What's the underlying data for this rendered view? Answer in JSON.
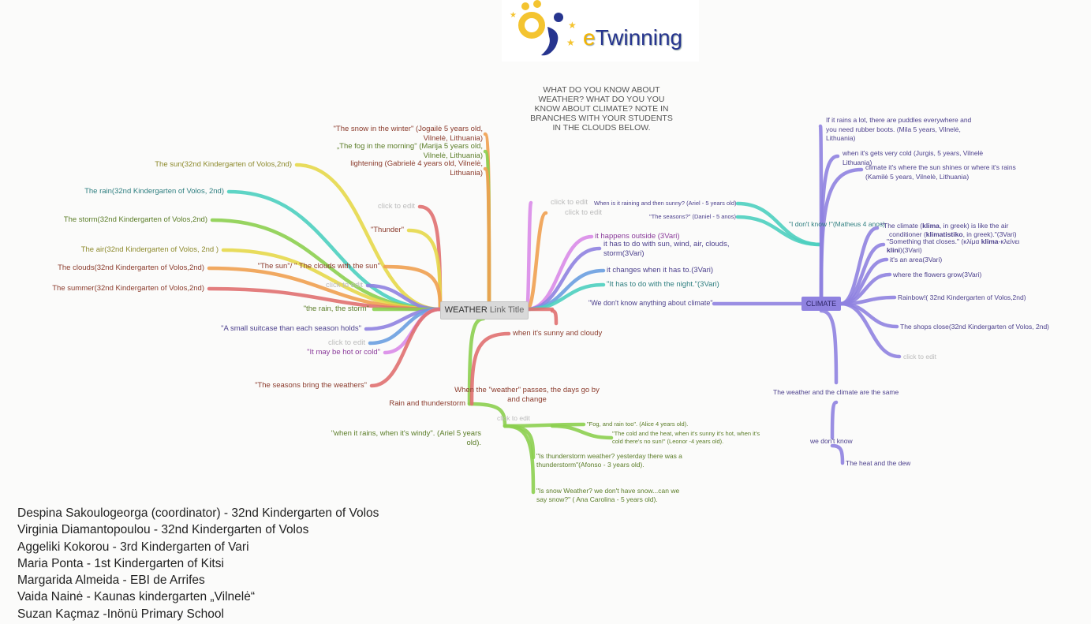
{
  "logo": {
    "text_e": "e",
    "text_rest": "Twinning"
  },
  "question": [
    "WHAT DO YOU KNOW ABOUT",
    "WEATHER? WHAT DO YOU YOU",
    "KNOW ABOUT CLIMATE? NOTE IN",
    "BRANCHES WITH YOUR STUDENTS",
    "IN THE CLOUDS BELOW."
  ],
  "center": {
    "title": "WEATHER",
    "link": "Link Title"
  },
  "climate": {
    "title": "CLIMATE"
  },
  "colors": {
    "orange": "#f0a050",
    "green": "#8ccf4f",
    "yellow": "#e6d84a",
    "teal": "#4ccfbf",
    "red": "#e07070",
    "purple": "#8f82e0",
    "magenta": "#d98be8",
    "blue": "#6a9fe0"
  },
  "weather_left": {
    "snow": [
      "\"The snow in the winter\" (Jogailė 5 years old,",
      "Vilnelė, Lithuania)"
    ],
    "fog": [
      "„The fog in the morning\" (Marija 5 years old,",
      "Vilnelė, Lithuania)"
    ],
    "lightening": [
      "lightening (Gabrielė 4 years old, Vilnelė,",
      "Lithuania)"
    ],
    "sun": "The sun(32nd Kindergarten of Volos,2nd)",
    "rain": "The rain(32nd Kindergarten of Volos, 2nd)",
    "storm": "The storm(32nd Kindergarten of Volos,2nd)",
    "air": "The air(32nd Kindergarten of Volos, 2nd )",
    "clouds": "The clouds(32nd Kindergarten of Volos,2nd)",
    "summer": "The summer(32nd Kindergarten of Volos,2nd)",
    "click1": "click to edit",
    "thunder": "\"Thunder\"",
    "sun_clouds": "\"The sun\"/ \" The clouds with the sun\"",
    "click2": "click to edit",
    "rain_storm": "\"the rain, the storm\"",
    "suitcase": "\"A small suitcase than each season holds\"",
    "click3": "click to edit",
    "hot_cold": "\"It may be hot or cold\"",
    "seasons_bring": "\"The seasons bring the weathers\""
  },
  "weather_bottom": {
    "sunny_cloudy": "when it's sunny and cloudy",
    "weather_passes": [
      "When the \"weather\" passes, the days go by",
      "and change"
    ],
    "rain_thunder": "Rain and thunderstorm",
    "windy": [
      "\"when it rains, when it's windy\". (Ariel 5 years",
      "old)."
    ],
    "click": "click to edit",
    "fog_rain": "\"Fog, and rain too\". (Alice 4 years old).",
    "cold_heat": [
      "\"The cold and the heat, when it's sunny it's hot, when it's",
      "cold there's no sun!\" (Leonor -4 years old)."
    ],
    "thunderstorm_q": [
      "\"Is thunderstorm weather? yesterday there was a",
      "thunderstorm\"(Afonso - 3 years old)."
    ],
    "snow_q": [
      "\"Is snow Weather? we don't have snow...can we",
      "say snow?\" ( Ana Carolina - 5 years old)."
    ]
  },
  "weather_right": {
    "click1": "click to edit",
    "click2": "click to edit",
    "raining_sunny": "When is it raining and then sunny? (Ariel - 5 years old)",
    "seasons_q": "\"The seasons?\" (Daniel - 5 anos)",
    "dont_know": "\"I don't know !\"(Matheus 4 anos)",
    "outside": "it happens outside (3Vari)",
    "sun_wind": [
      "it has to do with sun, wind, air, clouds,",
      "storm(3Vari)"
    ],
    "changes": "it changes when it has to.(3Vari)",
    "night": "\"It has to do with the night.\"(3Vari)",
    "dont_know_climate": "\"We don't know anything about climate\""
  },
  "climate_nodes": {
    "puddles": [
      "If it rains a lot, there are puddles everywhere and",
      "you need rubber boots. (Mila 5 years, Vilnelė,",
      "Lithuania)"
    ],
    "cold": [
      "when it's gets very cold (Jurgis, 5 years, Vilnelė",
      "Lithuania)"
    ],
    "sun_shines": [
      "climate it's where the sun shines or where it's rains",
      "(Kamilė 5 years, Vilnelė, Lithuania)"
    ],
    "klima": {
      "a": "\"The climate (",
      "b": "klima",
      "c": ", in greek) is like the air",
      "d": "conditioner (",
      "e": "klimatistiko",
      "f": ", in greek).\"(3Vari)"
    },
    "closes": {
      "a": "\"Something that closes.\" (κλίμα ",
      "b": "klima",
      "c": "-κλείνει",
      "d": "klini",
      "e": ")(3Vari)"
    },
    "area": "it's an area(3Vari)",
    "flowers": "where the flowers grow(3Vari)",
    "rainbow": "Rainbow!( 32nd Kindergarten of Volos,2nd)",
    "shops": "The shops close(32nd Kindergarten of Volos, 2nd)",
    "click": "click to edit",
    "same": "The weather and the climate are the same",
    "we_dont_know": "we don't know",
    "heat_dew": "The heat and the dew"
  },
  "credits": [
    "Despina Sakoulogeorga (coordinator) - 32nd Kindergarten of Volos",
    "Virginia Diamantopoulou - 32nd Kindergarten of Volos",
    "Aggeliki Kokorou - 3rd Kindergarten of Vari",
    "Maria Ponta - 1st Kindergarten of Kitsi",
    "Margarida Almeida - EBI de Arrifes",
    "Vaida Nainė - Kaunas kindergarten „Vilnelė“",
    "Suzan Kaçmaz -Inönü Primary School"
  ]
}
